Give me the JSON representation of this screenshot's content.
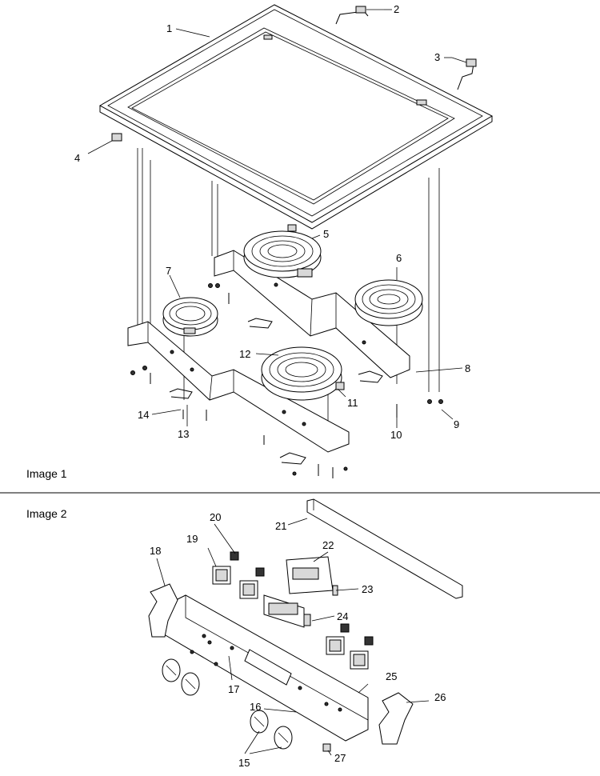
{
  "image1": {
    "caption": "Image 1",
    "callouts": [
      "1",
      "2",
      "3",
      "4",
      "5",
      "6",
      "7",
      "8",
      "9",
      "10",
      "11",
      "12",
      "13",
      "14"
    ]
  },
  "image2": {
    "caption": "Image 2",
    "callouts": [
      "15",
      "16",
      "17",
      "18",
      "19",
      "20",
      "21",
      "22",
      "23",
      "24",
      "25",
      "26",
      "27"
    ]
  }
}
